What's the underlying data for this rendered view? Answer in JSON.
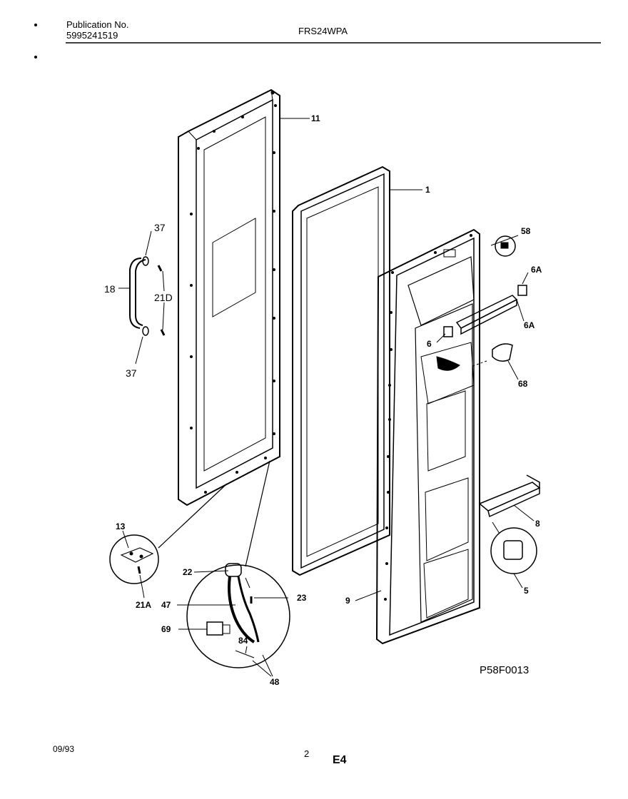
{
  "header": {
    "publication_label": "Publication No.",
    "publication_number": "5995241519",
    "model": "FRS24WPA"
  },
  "footer": {
    "date": "09/93",
    "page": "2",
    "section": "E4"
  },
  "figure_id": "P58F0013",
  "callouts": {
    "c11": "11",
    "c1": "1",
    "c58": "58",
    "c6A_top": "6A",
    "c6A_mid": "6A",
    "c6": "6",
    "c68": "68",
    "c8": "8",
    "c5": "5",
    "c9": "9",
    "c37_top": "37",
    "c37_bot": "37",
    "c18": "18",
    "c21D": "21D",
    "c13": "13",
    "c21A": "21A",
    "c22": "22",
    "c23": "23",
    "c47": "47",
    "c69": "69",
    "c84": "84",
    "c48": "48"
  }
}
